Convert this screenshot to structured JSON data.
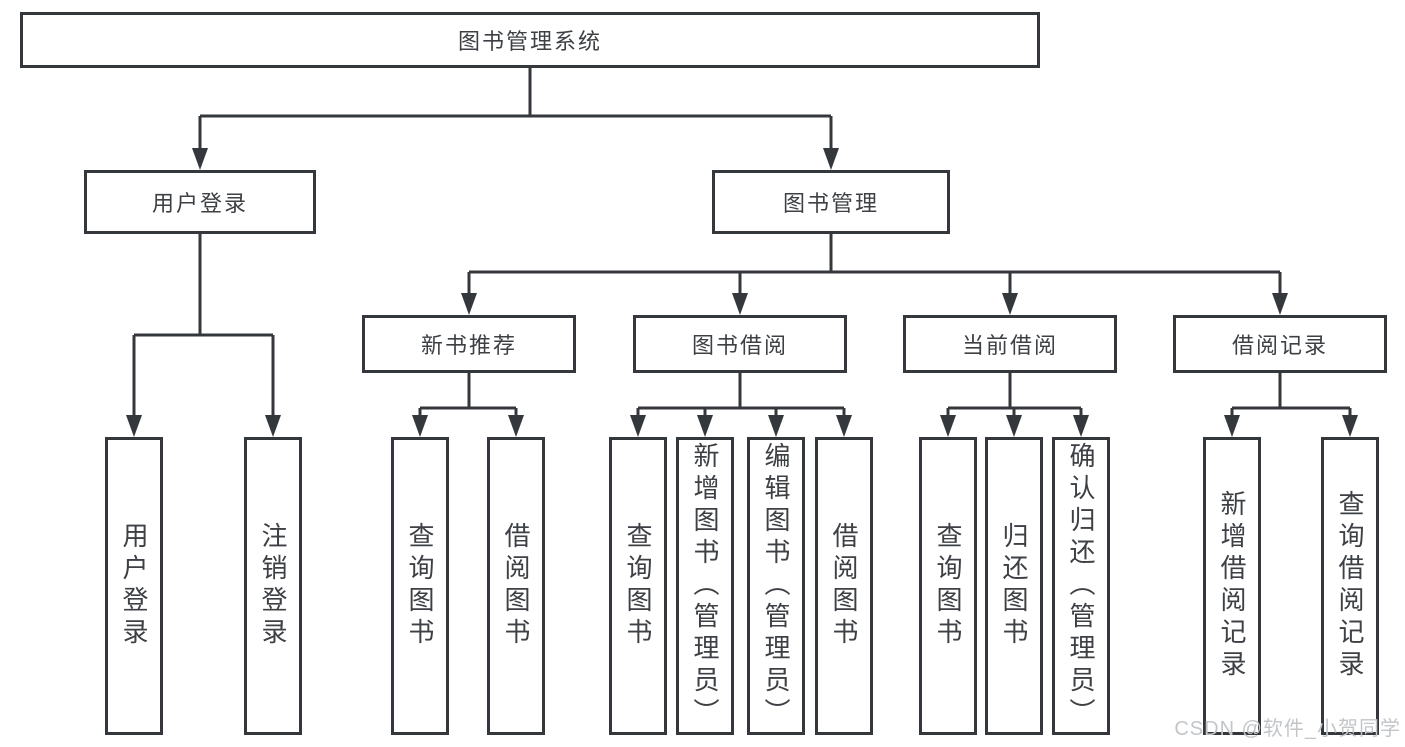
{
  "tree": {
    "label": "图书管理系统",
    "children": [
      {
        "label": "用户登录",
        "children": [
          {
            "label": "用户登录"
          },
          {
            "label": "注销登录"
          }
        ]
      },
      {
        "label": "图书管理",
        "children": [
          {
            "label": "新书推荐",
            "children": [
              {
                "label": "查询图书"
              },
              {
                "label": "借阅图书"
              }
            ]
          },
          {
            "label": "图书借阅",
            "children": [
              {
                "label": "查询图书"
              },
              {
                "label": "新增图书（管理员）"
              },
              {
                "label": "编辑图书（管理员）"
              },
              {
                "label": "借阅图书"
              }
            ]
          },
          {
            "label": "当前借阅",
            "children": [
              {
                "label": "查询图书"
              },
              {
                "label": "归还图书"
              },
              {
                "label": "确认归还（管理员）"
              }
            ]
          },
          {
            "label": "借阅记录",
            "children": [
              {
                "label": "新增借阅记录"
              },
              {
                "label": "查询借阅记录"
              }
            ]
          }
        ]
      }
    ]
  },
  "watermark": {
    "text": "CSDN @软件_小贺同学"
  },
  "colors": {
    "line": "#34373b",
    "text": "#3d4044",
    "box_background": "#ffffff",
    "page_background": "#ffffff",
    "watermark": "#c2c6c9"
  }
}
